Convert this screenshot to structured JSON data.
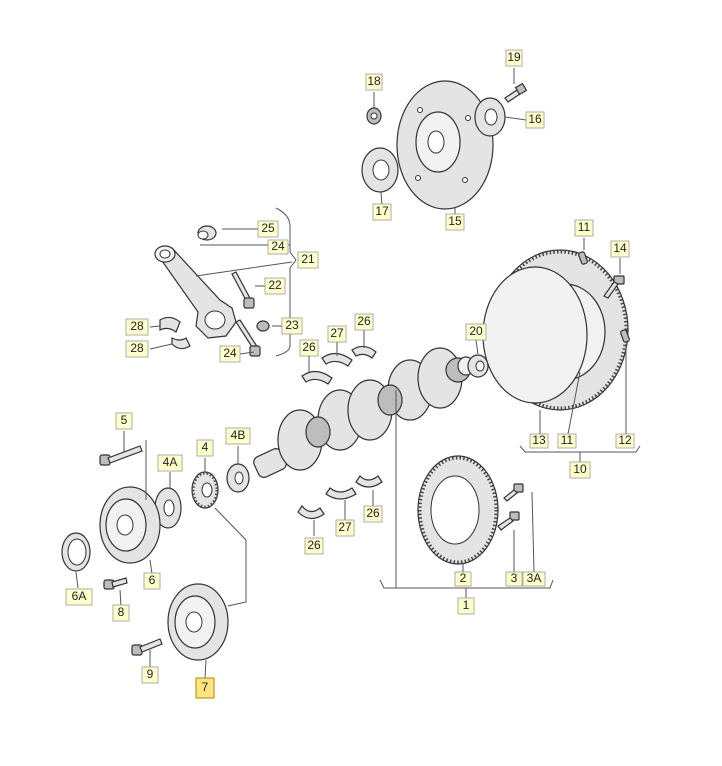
{
  "labels": {
    "l1": "1",
    "l2": "2",
    "l3": "3",
    "l3A": "3A",
    "l4": "4",
    "l4A": "4A",
    "l4B": "4B",
    "l5": "5",
    "l6": "6",
    "l6A": "6A",
    "l7": "7",
    "l8": "8",
    "l9": "9",
    "l10": "10",
    "l11a": "11",
    "l11b": "11",
    "l12": "12",
    "l13": "13",
    "l14": "14",
    "l15": "15",
    "l16": "16",
    "l17": "17",
    "l18": "18",
    "l19": "19",
    "l20": "20",
    "l21": "21",
    "l22": "22",
    "l23": "23",
    "l24a": "24",
    "l24b": "24",
    "l25": "25",
    "l26a": "26",
    "l26b": "26",
    "l26c": "26",
    "l26d": "26",
    "l27a": "27",
    "l27b": "27",
    "l28a": "28",
    "l28b": "28"
  },
  "highlighted_label": "7"
}
